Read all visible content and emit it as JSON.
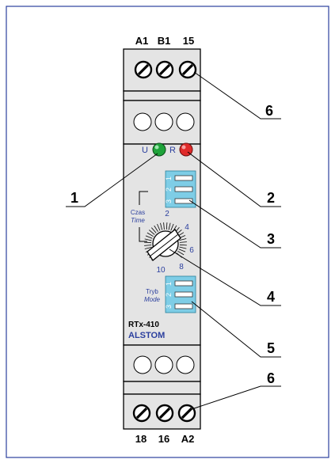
{
  "terminals_top": [
    "A1",
    "B1",
    "15"
  ],
  "terminals_bottom": [
    "18",
    "16",
    "A2"
  ],
  "leds": {
    "left_label": "U",
    "right_label": "R",
    "left_color": "#1fa33a",
    "right_color": "#e02a2a"
  },
  "dip_switch": {
    "positions": [
      "1",
      "2",
      "3"
    ],
    "color": "#7ecde6"
  },
  "time_section": {
    "label_pl": "Czas",
    "label_en": "Time"
  },
  "mode_section": {
    "label_pl": "Tryb",
    "label_en": "Mode"
  },
  "dial_scale": [
    "2",
    "4",
    "6",
    "8",
    "10"
  ],
  "model": "RTx-410",
  "brand": "ALSTOM",
  "brand_color": "#2b3f9e",
  "callouts": [
    "1",
    "2",
    "3",
    "4",
    "5",
    "6",
    "6"
  ],
  "colors": {
    "border": "#2b3f9e",
    "body": "#e4e4e4",
    "scale_text": "#2b3f9e"
  }
}
